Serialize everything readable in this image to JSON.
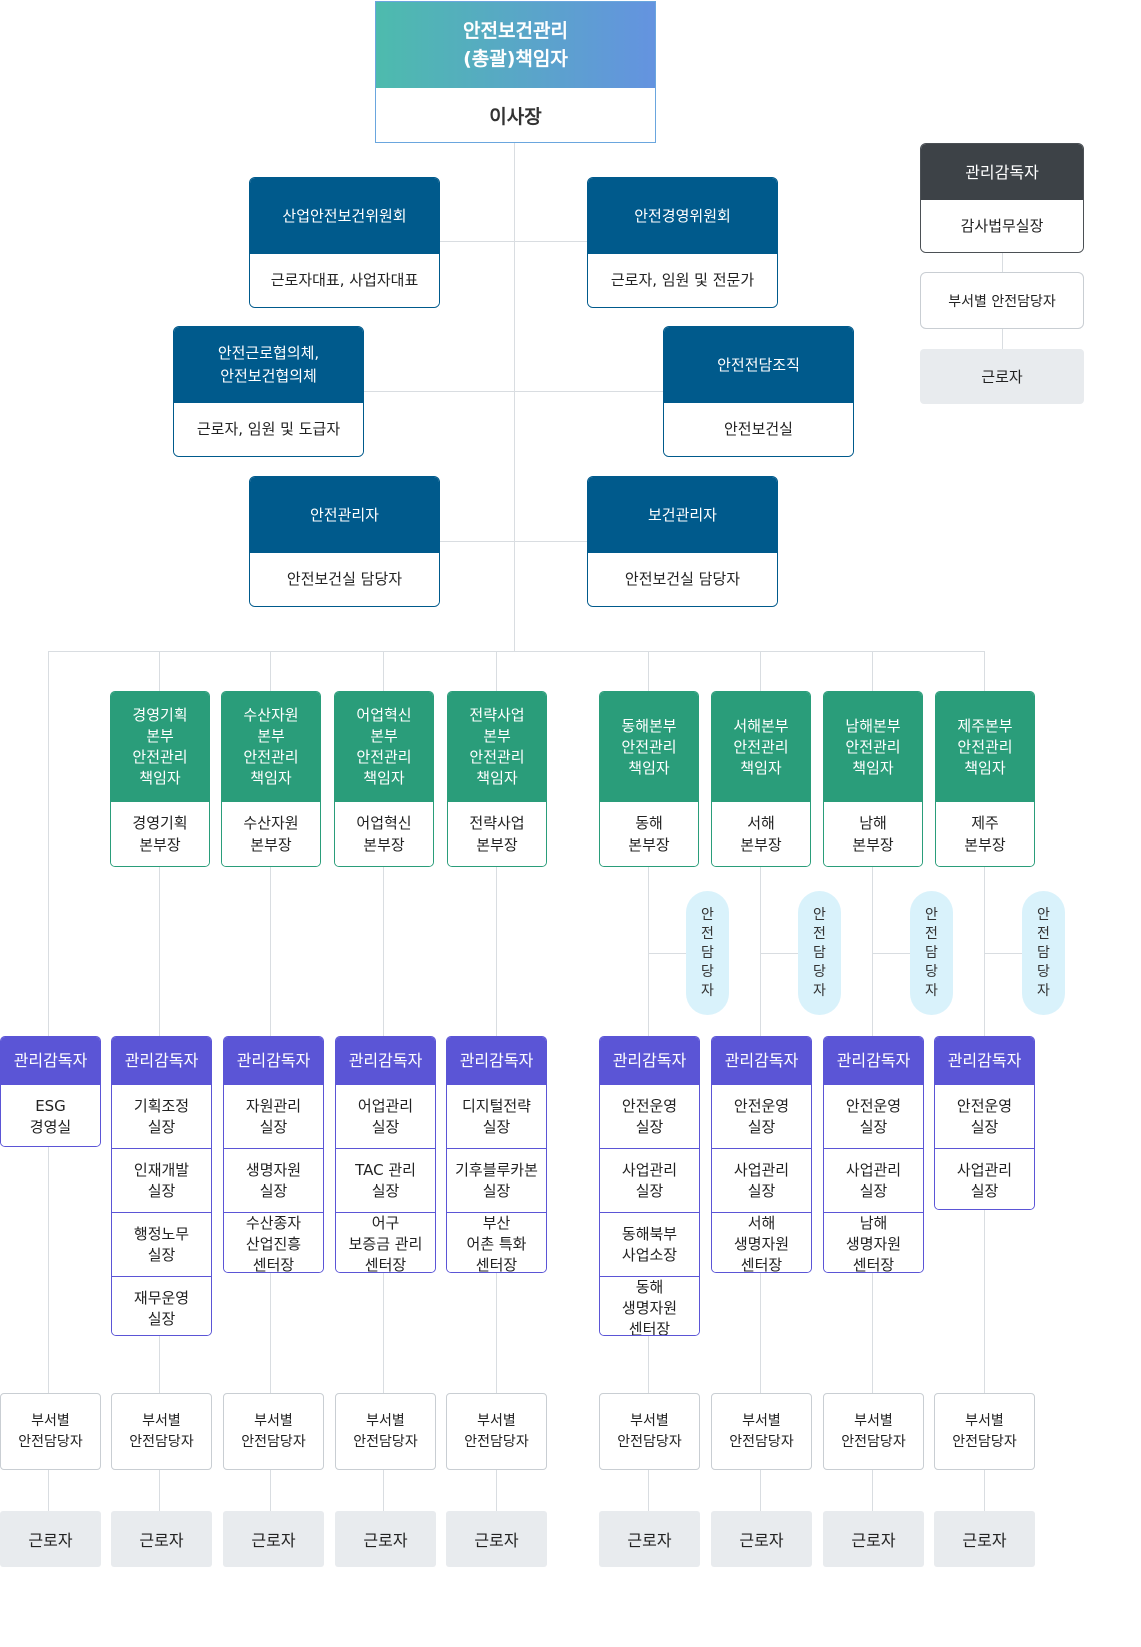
{
  "colors": {
    "line": "#d9dde1",
    "top_gradient_start": "#4dbbad",
    "top_gradient_end": "#6493e0",
    "navy": "#005a8c",
    "green": "#2a9d7a",
    "purple": "#5b55d6",
    "charcoal": "#3d4247",
    "gray": "#e8ebee"
  },
  "top": {
    "title": "안전보건관리\n(총괄)책임자",
    "role": "이사장"
  },
  "committees": [
    {
      "title": "산업안전보건위원회",
      "sub": "근로자대표, 사업자대표"
    },
    {
      "title": "안전경영위원회",
      "sub": "근로자, 임원 및 전문가"
    },
    {
      "title": "안전근로협의체,\n안전보건협의체",
      "sub": "근로자, 임원 및 도급자"
    },
    {
      "title": "안전전담조직",
      "sub": "안전보건실"
    },
    {
      "title": "안전관리자",
      "sub": "안전보건실 담당자"
    },
    {
      "title": "보건관리자",
      "sub": "안전보건실 담당자"
    }
  ],
  "side": {
    "title": "관리감독자",
    "role": "감사법무실장",
    "staff": "부서별 안전담당자",
    "worker": "근로자"
  },
  "hq": [
    {
      "title": "경영기획\n본부\n안전관리\n책임자",
      "role": "경영기획\n본부장"
    },
    {
      "title": "수산자원\n본부\n안전관리\n책임자",
      "role": "수산자원\n본부장"
    },
    {
      "title": "어업혁신\n본부\n안전관리\n책임자",
      "role": "어업혁신\n본부장"
    },
    {
      "title": "전략사업\n본부\n안전관리\n책임자",
      "role": "전략사업\n본부장"
    },
    {
      "title": "동해본부\n안전관리\n책임자",
      "role": "동해\n본부장"
    },
    {
      "title": "서해본부\n안전관리\n책임자",
      "role": "서해\n본부장"
    },
    {
      "title": "남해본부\n안전관리\n책임자",
      "role": "남해\n본부장"
    },
    {
      "title": "제주본부\n안전관리\n책임자",
      "role": "제주\n본부장"
    }
  ],
  "pill_label": "안전담당자",
  "supervisor_label": "관리감독자",
  "supervisor_columns": [
    [
      "ESG\n경영실"
    ],
    [
      "기획조정\n실장",
      "인재개발\n실장",
      "행정노무\n실장",
      "재무운영\n실장"
    ],
    [
      "자원관리\n실장",
      "생명자원\n실장",
      "수산종자\n산업진흥\n센터장"
    ],
    [
      "어업관리\n실장",
      "TAC 관리\n실장",
      "어구\n보증금 관리\n센터장"
    ],
    [
      "디지털전략\n실장",
      "기후블루카본\n실장",
      "부산\n어촌 특화\n센터장"
    ],
    [
      "안전운영\n실장",
      "사업관리\n실장",
      "동해북부\n사업소장",
      "동해\n생명자원\n센터장"
    ],
    [
      "안전운영\n실장",
      "사업관리\n실장",
      "서해\n생명자원\n센터장"
    ],
    [
      "안전운영\n실장",
      "사업관리\n실장",
      "남해\n생명자원\n센터장"
    ],
    [
      "안전운영\n실장",
      "사업관리\n실장"
    ]
  ],
  "staff_label": "부서별\n안전담당자",
  "worker_label": "근로자"
}
